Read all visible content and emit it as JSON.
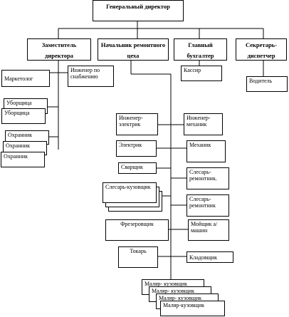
{
  "org": {
    "director": "Генеральный директор",
    "deputy": "Заместитель директора",
    "workshop_head": "Начальник ремонтного цеха",
    "chief_accountant": "Главный бухгалтер",
    "secretary": "Секретарь-диспетчер",
    "marketer": "Маркетолог",
    "supply_engineer": "Инженер по снабжению",
    "cleaner_1": "Уборщица",
    "cleaner_2": "Уборщица",
    "guard_1": "Охранник",
    "guard_2": "Охранник",
    "guard_3": "Охранник",
    "cashier": "Кассир",
    "driver": "Водитель",
    "electrical_engineer": "Инженер-электрик",
    "mechanical_engineer": "Инженер-механик",
    "electrician": "Электрик",
    "mechanic": "Механик",
    "welder": "Сварщик",
    "fitter_1": "Слесарь-ремонтник.",
    "fitter_2": "Слесарь-ремонтник",
    "body_fitter": "Слесарь-кузовщик",
    "miller": "Фрезеровщик",
    "washer": "Мойщик а/машин",
    "turner": "Токарь",
    "storekeeper": "Кладовщик",
    "painter_1": "Маляр- кузовщик",
    "painter_2": "Маляр- кузовщик",
    "painter_3": "Маляр- кузовщик",
    "painter_4": "Маляр-кузовщик"
  }
}
